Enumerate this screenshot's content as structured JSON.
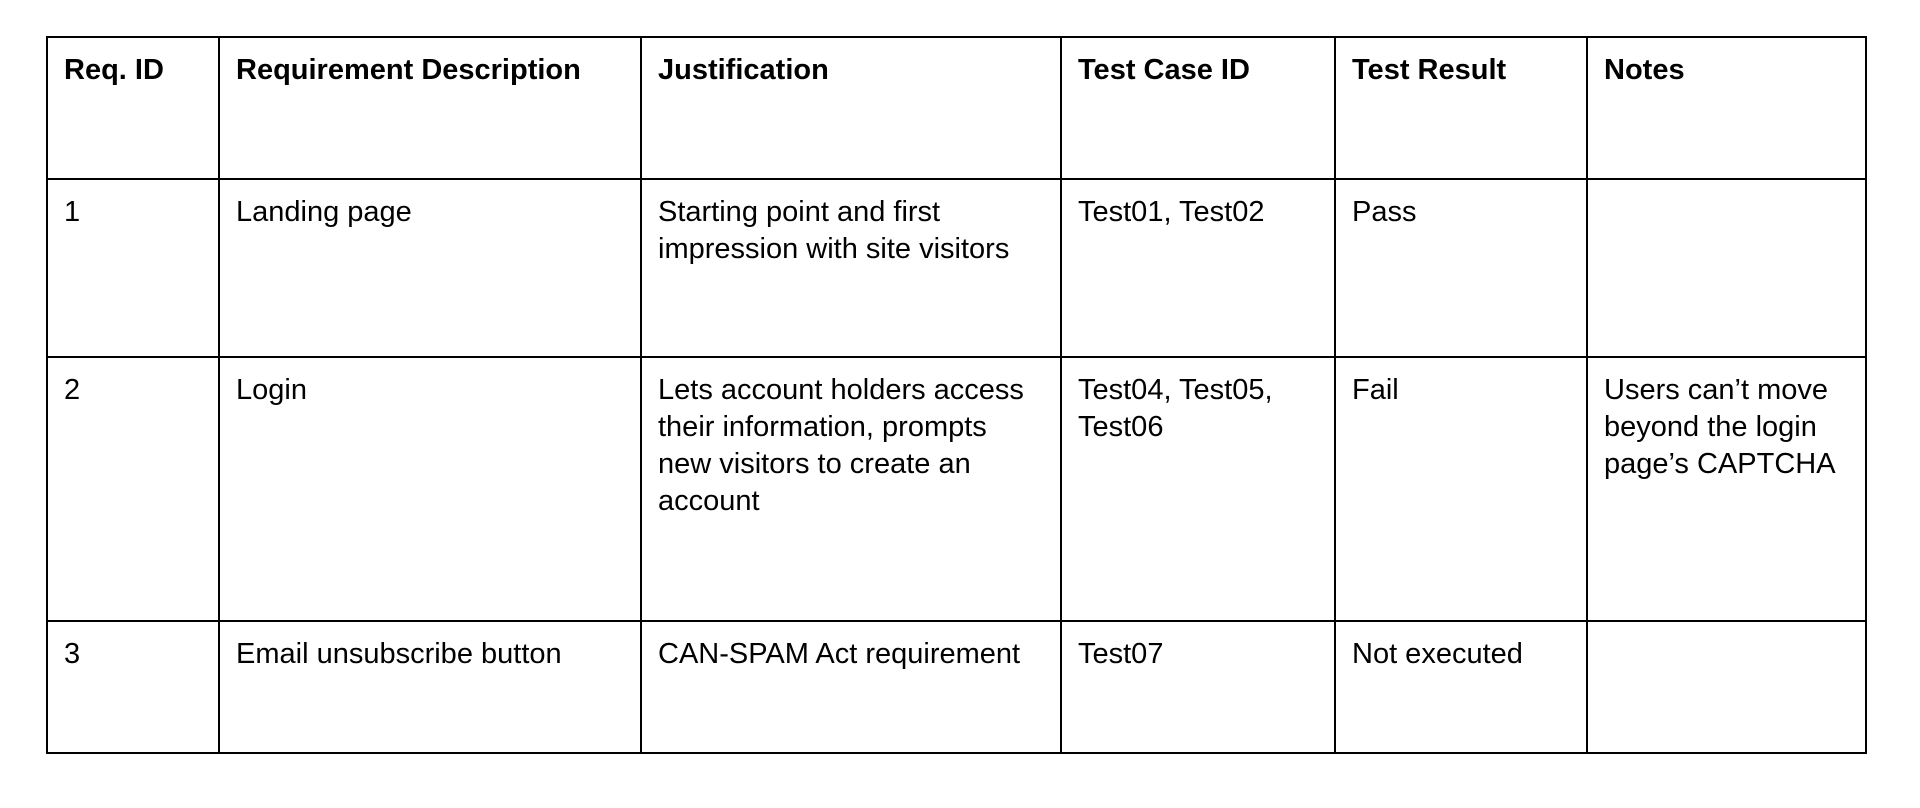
{
  "table": {
    "name": "requirements-traceability-matrix",
    "columns": [
      {
        "key": "req_id",
        "label": "Req. ID"
      },
      {
        "key": "description",
        "label": "Requirement Description"
      },
      {
        "key": "justification",
        "label": "Justification"
      },
      {
        "key": "test_case_id",
        "label": "Test Case ID"
      },
      {
        "key": "test_result",
        "label": "Test Result"
      },
      {
        "key": "notes",
        "label": "Notes"
      }
    ],
    "rows": [
      {
        "req_id": "1",
        "description": "Landing page",
        "justification": "Starting point and first impression with site visitors",
        "test_case_id": "Test01, Test02",
        "test_result": "Pass",
        "notes": ""
      },
      {
        "req_id": "2",
        "description": "Login",
        "justification": "Lets account holders access their information, prompts new visitors to create an account",
        "test_case_id": "Test04, Test05, Test06",
        "test_result": "Fail",
        "notes": "Users can’t move beyond the login page’s CAPTCHA"
      },
      {
        "req_id": "3",
        "description": "Email unsubscribe button",
        "justification": "CAN-SPAM Act requirement",
        "test_case_id": "Test07",
        "test_result": "Not executed",
        "notes": ""
      }
    ]
  },
  "colors": {
    "border": "#000000",
    "text": "#000000",
    "background": "#ffffff"
  }
}
